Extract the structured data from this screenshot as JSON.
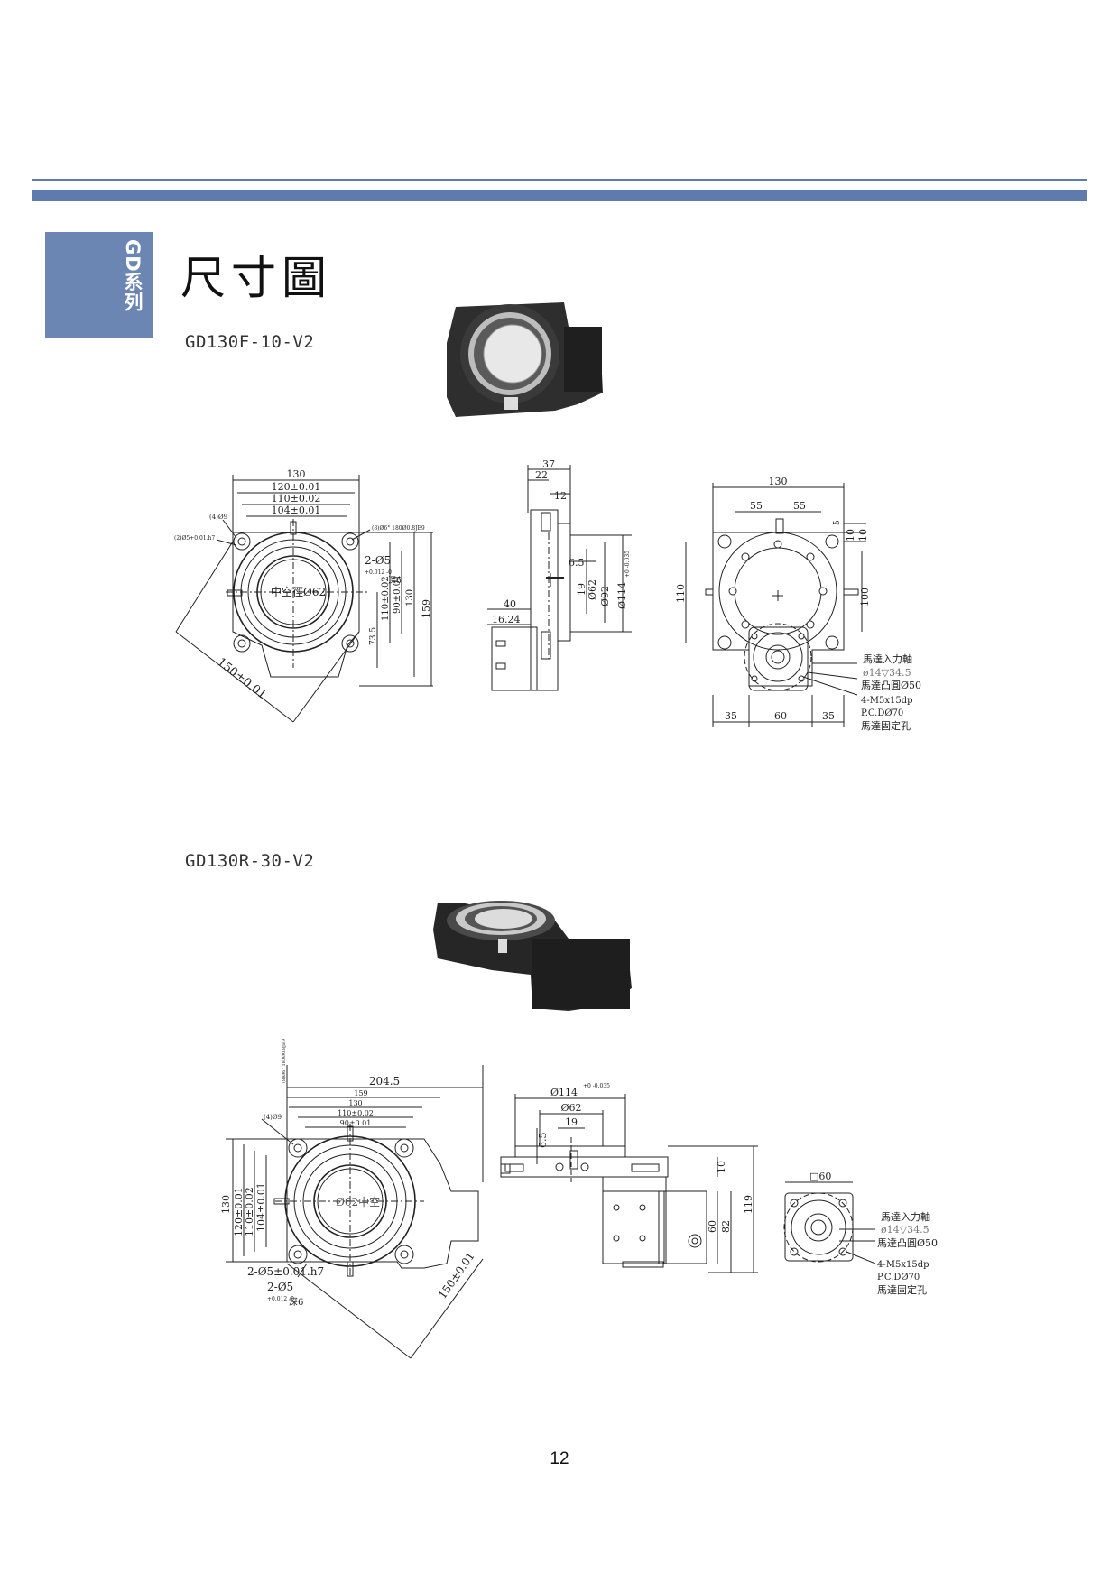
{
  "header": {
    "series_tab": "GD系列",
    "title": "尺寸圖"
  },
  "models": [
    {
      "name": "GD130F-10-V2",
      "top_view": {
        "widths": [
          "130",
          "120±0.01",
          "110±0.02",
          "104±0.01"
        ],
        "labels": [
          "(4)Ø9",
          "(2)Ø5+0.01.h7",
          "(8)Ø6° 180Ø0.8JE9",
          "2-Ø5",
          "+0.012 -0",
          "深6",
          "中空徑Ø62"
        ],
        "heights": [
          "110±0.02",
          "90±0.01",
          "130",
          "159",
          "73.5"
        ],
        "diagonal": "150±0.01"
      },
      "side_view": {
        "labels": [
          "37",
          "22",
          "12",
          "6.5",
          "19",
          "Ø62",
          "Ø92",
          "Ø114",
          "+0 -0.035",
          "40",
          "16.24"
        ]
      },
      "rear_view": {
        "labels": [
          "130",
          "55",
          "55",
          "5",
          "10",
          "10",
          "110",
          "100",
          "35",
          "60",
          "35"
        ],
        "notes": [
          "馬達入力軸",
          "ø14▽34.5",
          "馬達凸圓Ø50",
          "4-M5x15dp",
          "P.C.DØ70",
          "馬達固定孔"
        ]
      }
    },
    {
      "name": "GD130R-30-V2",
      "top_view": {
        "widths": [
          "204.5",
          "159",
          "130",
          "110±0.02",
          "90±0.01"
        ],
        "labels": [
          "(4)Ø9",
          "(8)Ø6° 180Ø0.8JE9",
          "Ø62中空",
          "2-Ø5±0.01.h7",
          "2-Ø5",
          "+0.012 -0",
          "深6"
        ],
        "heights": [
          "130",
          "120±0.01",
          "110±0.02",
          "104±0.01"
        ],
        "diagonal": "150±0.01"
      },
      "side_view": {
        "labels": [
          "Ø114",
          "+0 -0.035",
          "Ø62",
          "19",
          "6.5",
          "10",
          "60",
          "82",
          "119"
        ]
      },
      "end_view": {
        "labels": [
          "□60"
        ],
        "notes": [
          "馬達入力軸",
          "ø14▽34.5",
          "馬達凸圓Ø50",
          "4-M5x15dp",
          "P.C.DØ70",
          "馬達固定孔"
        ]
      }
    }
  ],
  "page_number": "12"
}
